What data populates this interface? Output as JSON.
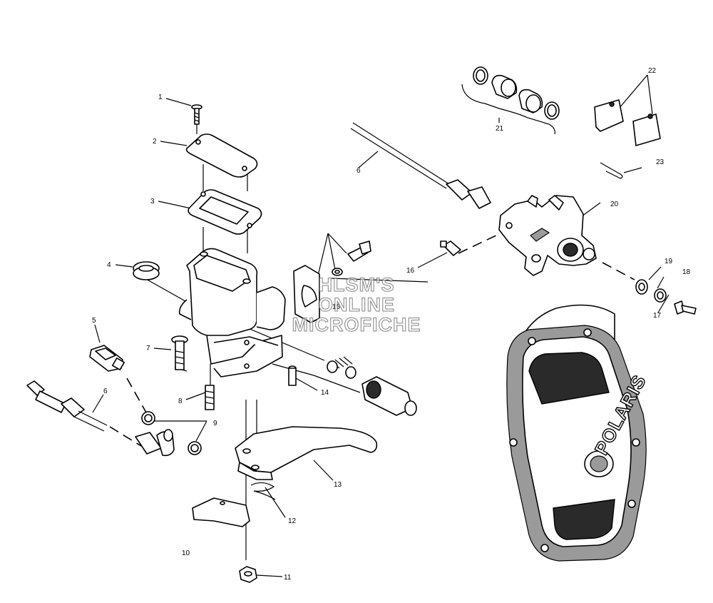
{
  "watermark": {
    "lines": [
      "HLSM'S",
      "ONLINE",
      "MICROFICHE"
    ]
  },
  "cover_brand": "POLARIS",
  "callouts": {
    "c1": "1",
    "c2": "2",
    "c3": "3",
    "c4": "4",
    "c5": "5",
    "c6a": "6",
    "c6b": "6",
    "c7": "7",
    "c8": "8",
    "c9": "9",
    "c10": "10",
    "c11": "11",
    "c12": "12",
    "c13": "13",
    "c14": "14",
    "c15": "15",
    "c16": "16",
    "c17": "17",
    "c18": "18",
    "c19": "19",
    "c20": "20",
    "c21": "21",
    "c22": "22",
    "c23": "23"
  }
}
